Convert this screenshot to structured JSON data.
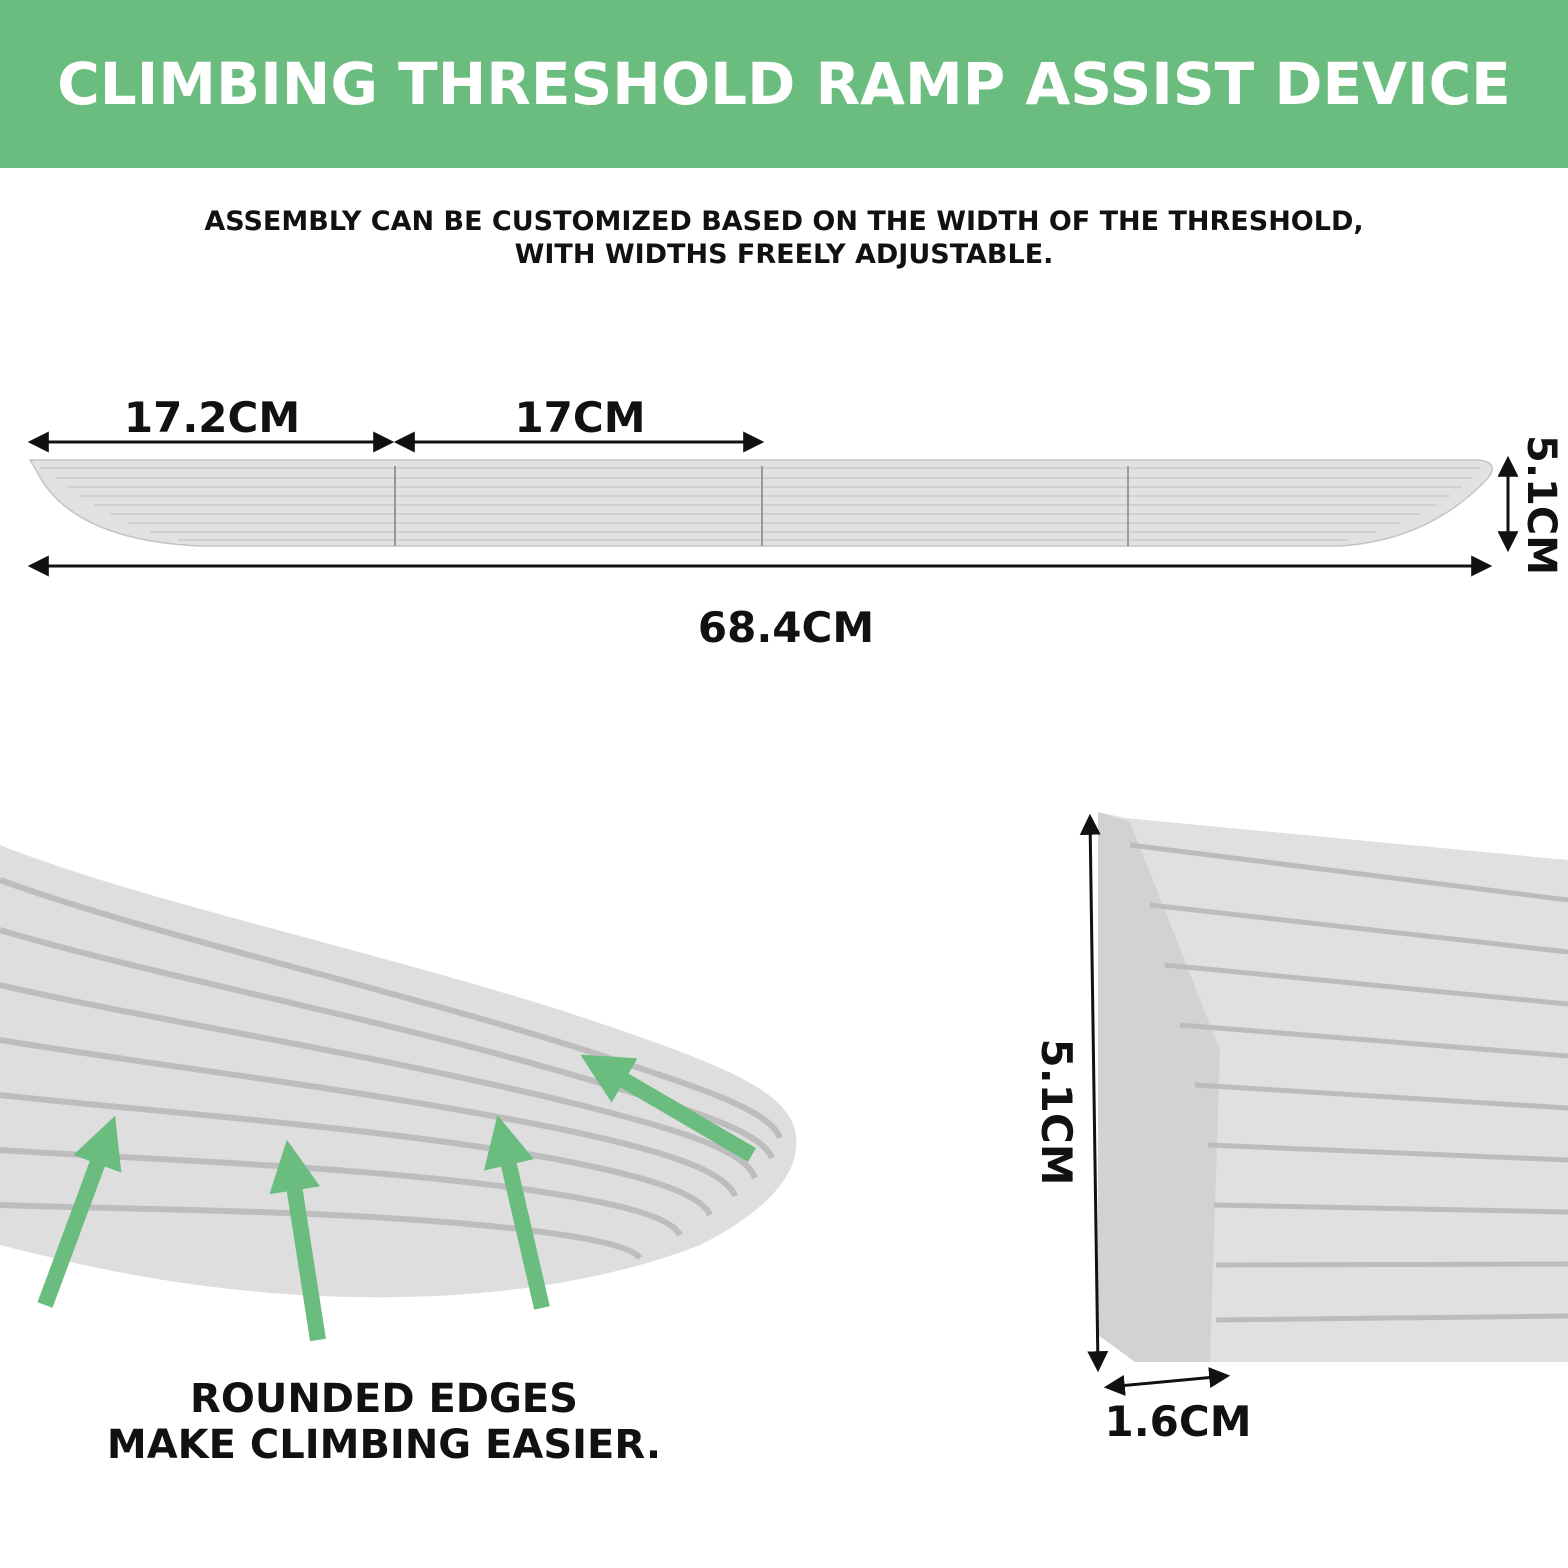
{
  "header": {
    "title": "CLIMBING THRESHOLD RAMP ASSIST DEVICE"
  },
  "subtitle": {
    "line1": "ASSEMBLY CAN BE CUSTOMIZED BASED ON THE WIDTH OF THE THRESHOLD,",
    "line2": "WITH WIDTHS FREELY ADJUSTABLE."
  },
  "dimensions": {
    "end_piece_width": "17.2CM",
    "middle_piece_width": "17CM",
    "total_length": "68.4CM",
    "height_top": "5.1CM",
    "side_height": "5.1CM",
    "side_depth": "1.6CM"
  },
  "callout": {
    "line1": "ROUNDED EDGES",
    "line2": "MAKE CLIMBING EASIER."
  },
  "colors": {
    "brand_green": "#6abd7e",
    "ramp_gray": "#dcdcdc",
    "text_dark": "#111111"
  }
}
